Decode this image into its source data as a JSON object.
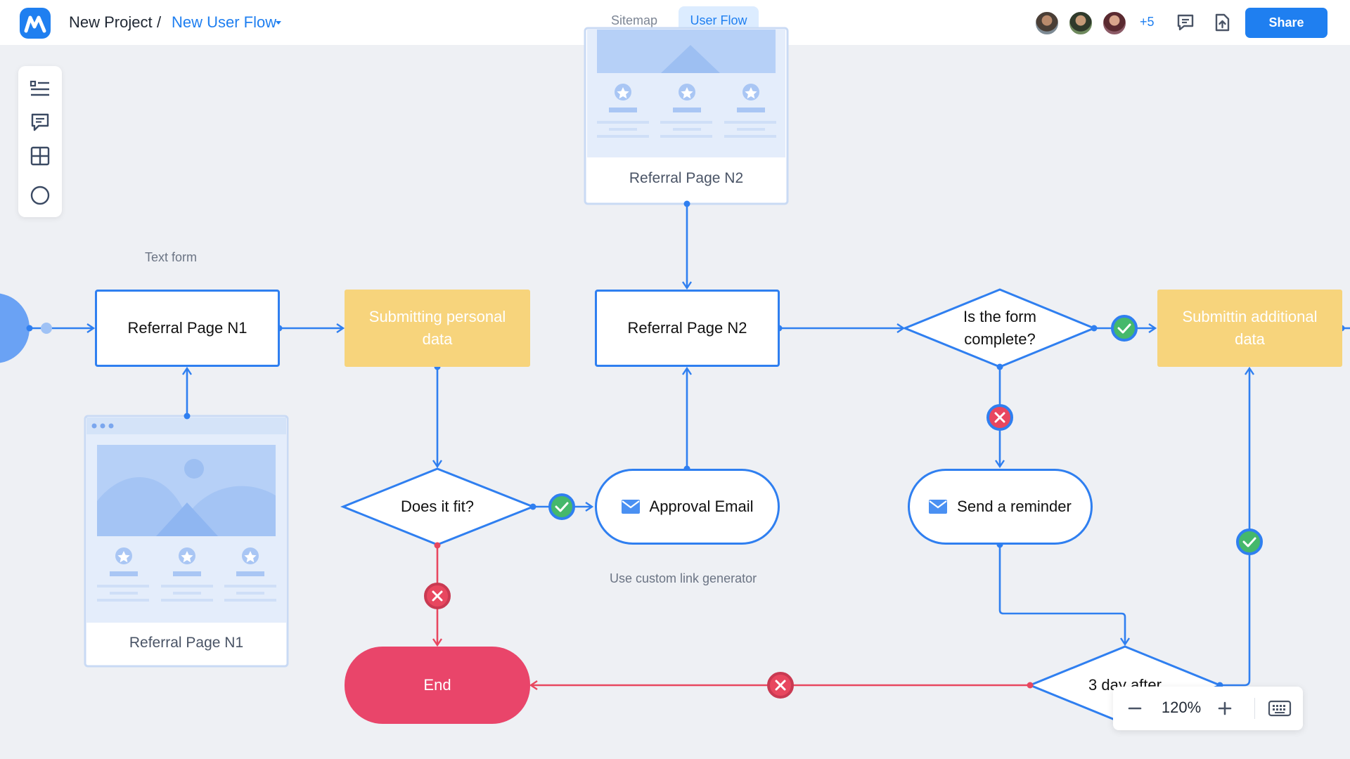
{
  "header": {
    "breadcrumb": {
      "project": "New Project",
      "separator": "/",
      "current": "New User Flow"
    },
    "tabs": [
      {
        "label": "Sitemap",
        "active": false
      },
      {
        "label": "User Flow",
        "active": true
      }
    ],
    "collaborators_extra": "+5",
    "share_label": "Share",
    "icons": [
      "logo-icon",
      "comment-icon",
      "export-icon"
    ]
  },
  "toolbar": {
    "tools": [
      "list-icon",
      "comment-icon",
      "grid-icon",
      "circle-tool-icon"
    ]
  },
  "canvas": {
    "text_form_label": "Text form",
    "referral_n1": "Referral Page N1",
    "submitting_personal": "Submitting personal data",
    "referral_n2": "Referral Page N2",
    "form_complete": "Is the form complete?",
    "submitting_additional": "Submittin additional data",
    "card_n2_label": "Referral Page N2",
    "card_n1_label": "Referral Page N1",
    "does_it_fit": "Does it fit?",
    "approval_email": "Approval Email",
    "send_reminder": "Send a reminder",
    "custom_link": "Use custom link generator",
    "end": "End",
    "three_days": "3 day after"
  },
  "zoom": {
    "level": "120%"
  },
  "colors": {
    "accent": "#1f7ff0",
    "flow_line": "#2f7ff0",
    "yes_badge": "#45b86b",
    "no_badge": "#e8475f",
    "yellow_node": "#f7d47c",
    "end_node": "#e9456a"
  }
}
